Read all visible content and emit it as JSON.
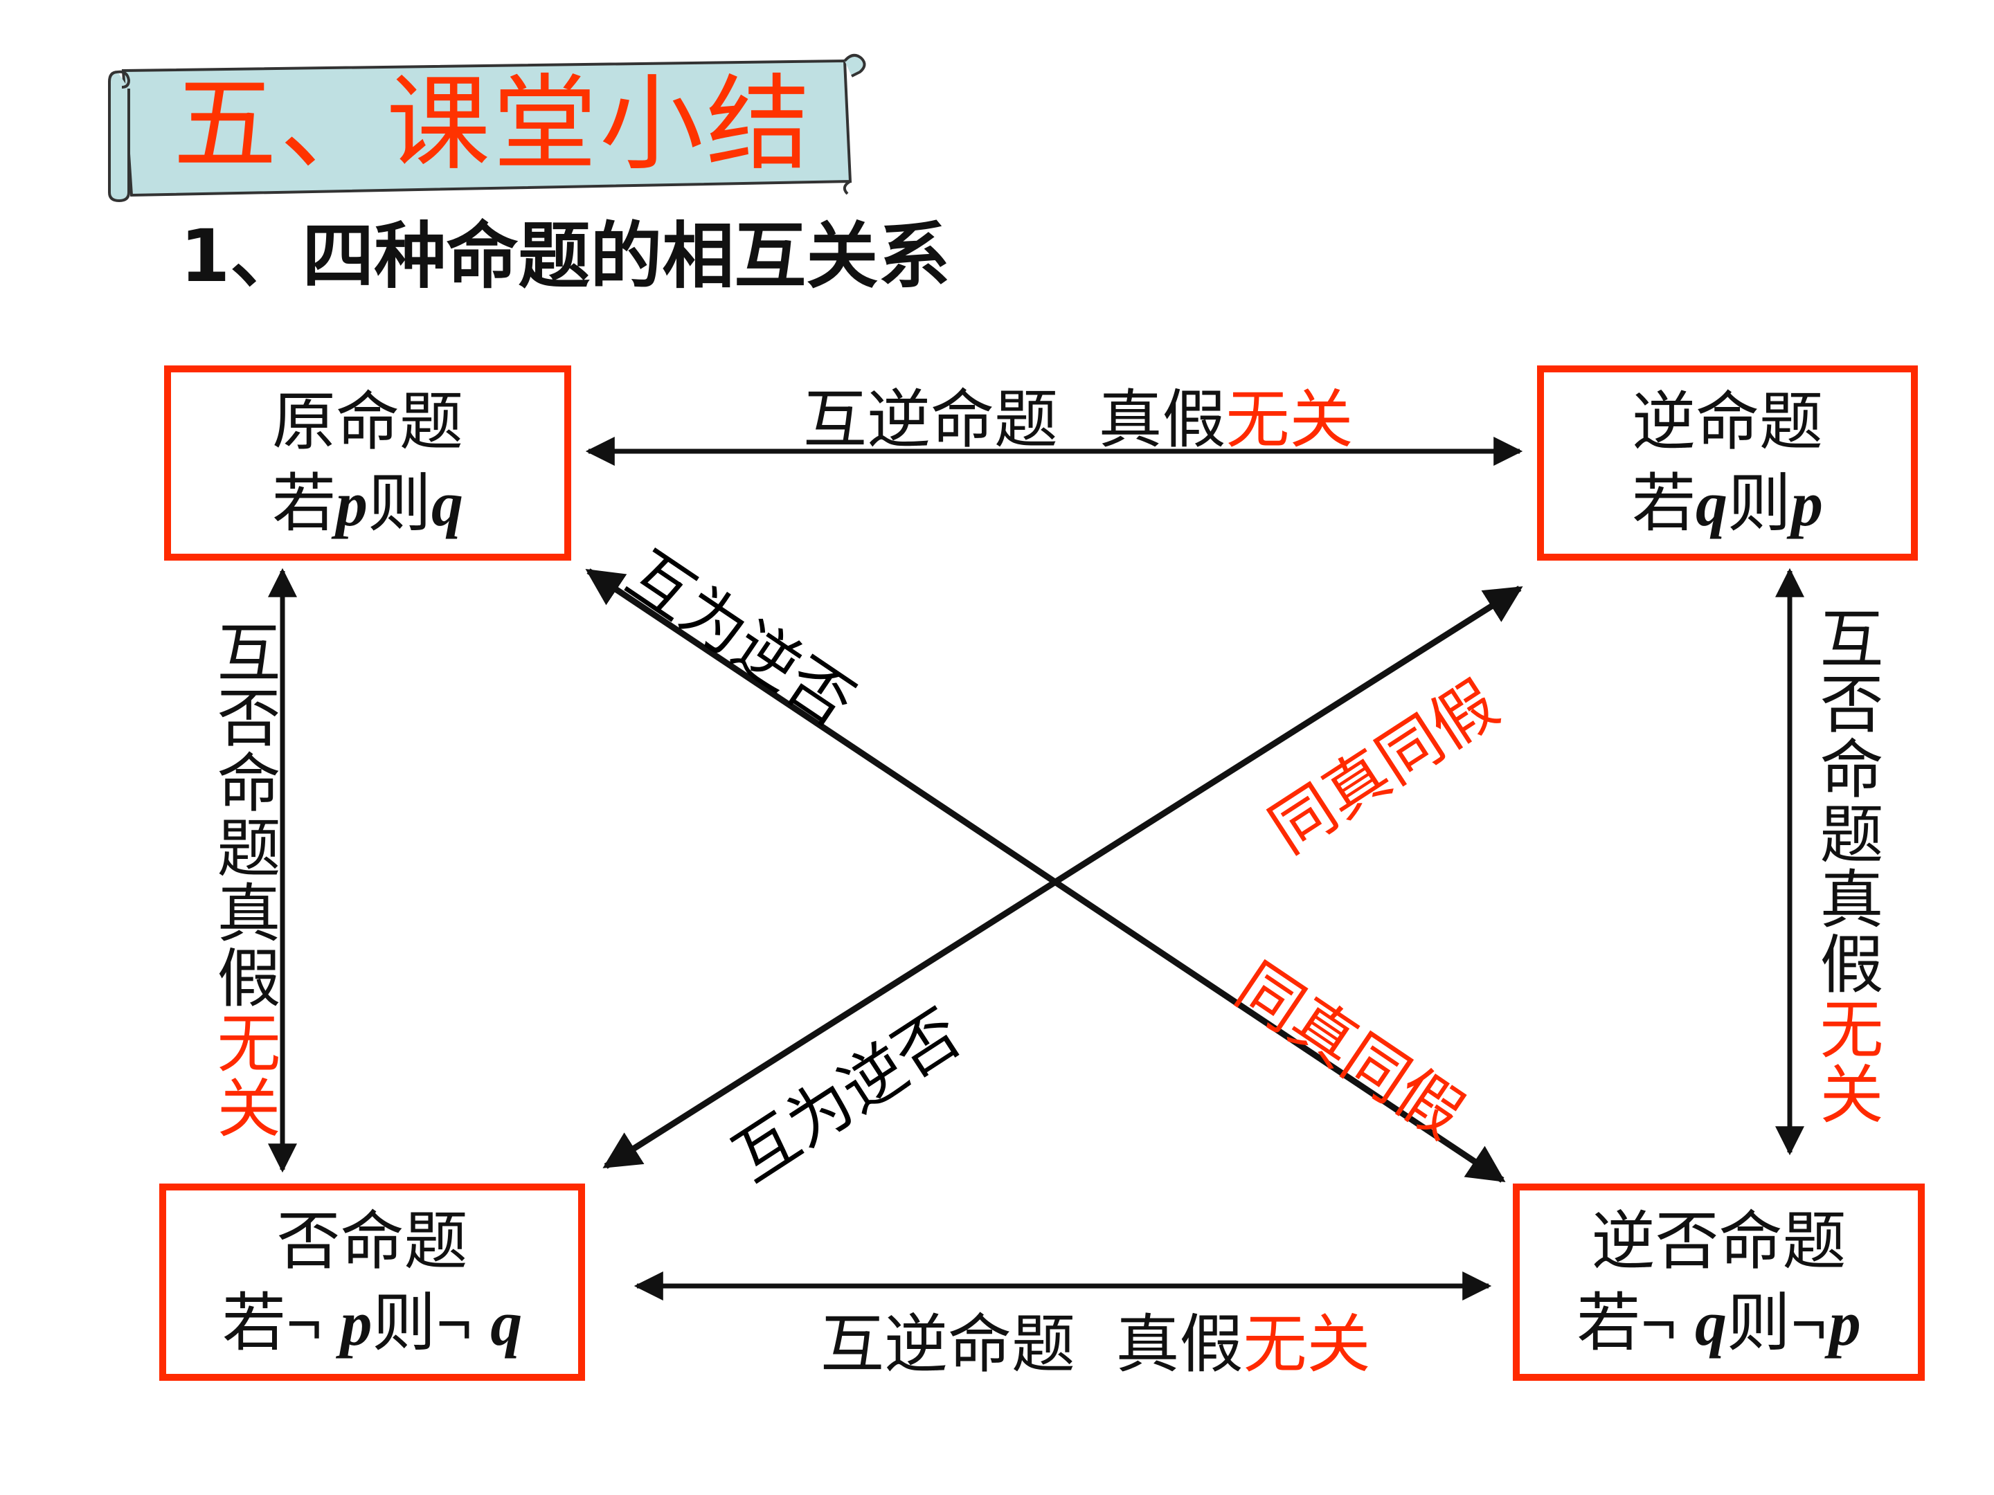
{
  "header": {
    "section_title": "五、课堂小结",
    "subtitle": "1、四种命题的相互关系"
  },
  "nodes": {
    "original": {
      "name": "原命题",
      "prefix": "若",
      "a": "p",
      "mid": "则",
      "b": "q"
    },
    "converse": {
      "name": "逆命题",
      "prefix": "若",
      "a": "q",
      "mid": "则",
      "b": "p"
    },
    "inverse": {
      "name": "否命题",
      "prefix": "若",
      "a": "¬ p",
      "mid": "则",
      "b": "¬ q"
    },
    "contrapositive": {
      "name": "逆否命题",
      "prefix": "若",
      "a": "¬ q",
      "mid": "则",
      "b": "¬p"
    }
  },
  "relations": {
    "top": {
      "relation": "互逆命题",
      "truth": "真假",
      "truth_red": "无关"
    },
    "bottom": {
      "relation": "互逆命题",
      "truth": "真假",
      "truth_red": "无关"
    },
    "left": {
      "relation": "互否命题真假",
      "truth_red": "无关"
    },
    "right": {
      "relation": "互否命题真假",
      "truth_red": "无关"
    },
    "diag_upper_left": "互为逆否",
    "diag_lower_left": "互为逆否",
    "diag_upper_right": "同真同假",
    "diag_lower_right": "同真同假"
  },
  "colors": {
    "accent": "#ff2a00",
    "scroll_fill": "#bfe0e2",
    "text": "#111111"
  }
}
